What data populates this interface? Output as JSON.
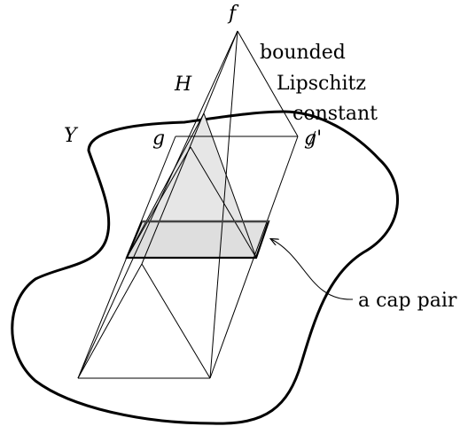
{
  "labels": {
    "f": "f",
    "H": "H",
    "Y": "Y",
    "g": "g",
    "g_prime": "g'",
    "bounded_line1": "bounded",
    "bounded_line2": "Lipschitz",
    "bounded_line3": "constant",
    "cap_pair": "a cap pair"
  }
}
